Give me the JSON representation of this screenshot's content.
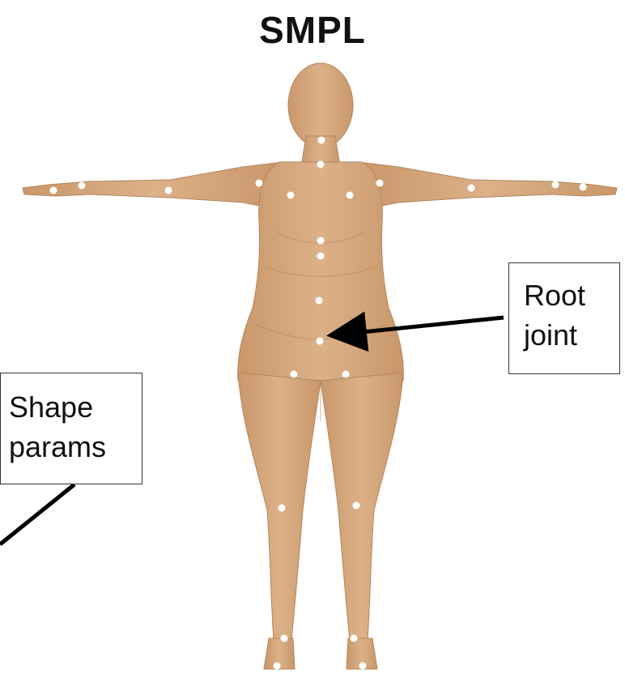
{
  "title": "SMPL",
  "annotations": {
    "root_joint": {
      "line1": "Root",
      "line2": "joint"
    },
    "shape_params": {
      "line1": "Shape",
      "line2": "params"
    }
  },
  "colors": {
    "skin": "#d4a77b",
    "skin_shadow": "#b88a5f",
    "joint": "#ffffff",
    "arrow": "#000000"
  },
  "joints": [
    "head",
    "neck",
    "spine3",
    "left-collar",
    "right-collar",
    "left-shoulder",
    "right-shoulder",
    "left-elbow",
    "right-elbow",
    "left-wrist",
    "right-wrist",
    "left-hand",
    "right-hand",
    "spine2",
    "spine1",
    "pelvis",
    "left-hip",
    "right-hip",
    "left-knee",
    "right-knee",
    "left-ankle",
    "right-ankle",
    "left-foot",
    "right-foot"
  ]
}
